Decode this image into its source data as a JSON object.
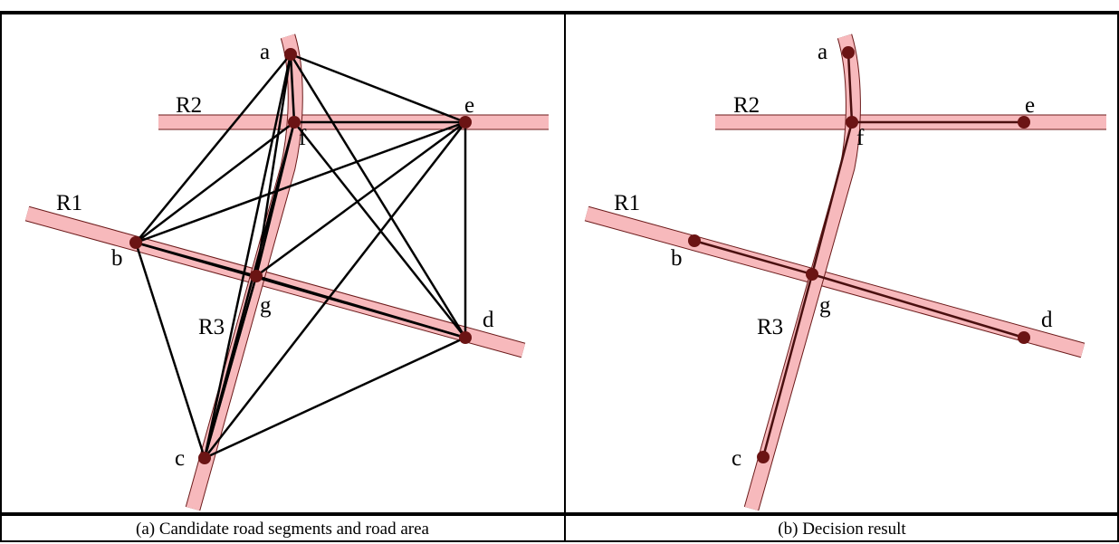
{
  "panels": [
    {
      "caption": "(a) Candidate road segments and road area",
      "roads": [
        {
          "name": "R1",
          "label": "R1"
        },
        {
          "name": "R2",
          "label": "R2"
        },
        {
          "name": "R3",
          "label": "R3"
        }
      ],
      "nodes": [
        "a",
        "b",
        "c",
        "d",
        "e",
        "f",
        "g"
      ],
      "segments": [
        [
          "a",
          "f"
        ],
        [
          "f",
          "g"
        ],
        [
          "g",
          "c"
        ],
        [
          "b",
          "g"
        ],
        [
          "g",
          "d"
        ],
        [
          "f",
          "e"
        ],
        [
          "a",
          "b"
        ],
        [
          "a",
          "e"
        ],
        [
          "a",
          "c"
        ],
        [
          "a",
          "g"
        ],
        [
          "a",
          "d"
        ],
        [
          "f",
          "b"
        ],
        [
          "f",
          "c"
        ],
        [
          "f",
          "d"
        ],
        [
          "e",
          "b"
        ],
        [
          "e",
          "g"
        ],
        [
          "e",
          "d"
        ],
        [
          "e",
          "c"
        ],
        [
          "b",
          "c"
        ],
        [
          "b",
          "d"
        ],
        [
          "d",
          "c"
        ],
        [
          "g",
          "c"
        ]
      ]
    },
    {
      "caption": "(b) Decision result",
      "roads": [
        {
          "name": "R1",
          "label": "R1"
        },
        {
          "name": "R2",
          "label": "R2"
        },
        {
          "name": "R3",
          "label": "R3"
        }
      ],
      "nodes": [
        "a",
        "b",
        "c",
        "d",
        "e",
        "f",
        "g"
      ],
      "segments": [
        [
          "a",
          "f"
        ],
        [
          "f",
          "e"
        ],
        [
          "f",
          "g"
        ],
        [
          "g",
          "c"
        ],
        [
          "b",
          "g"
        ],
        [
          "g",
          "d"
        ]
      ]
    }
  ],
  "colors": {
    "road_fill": "#f7b9bc",
    "road_edge": "#6b1a1a",
    "node": "#6b1414",
    "segment": "#000000",
    "result_segment": "#4a0f0f"
  }
}
